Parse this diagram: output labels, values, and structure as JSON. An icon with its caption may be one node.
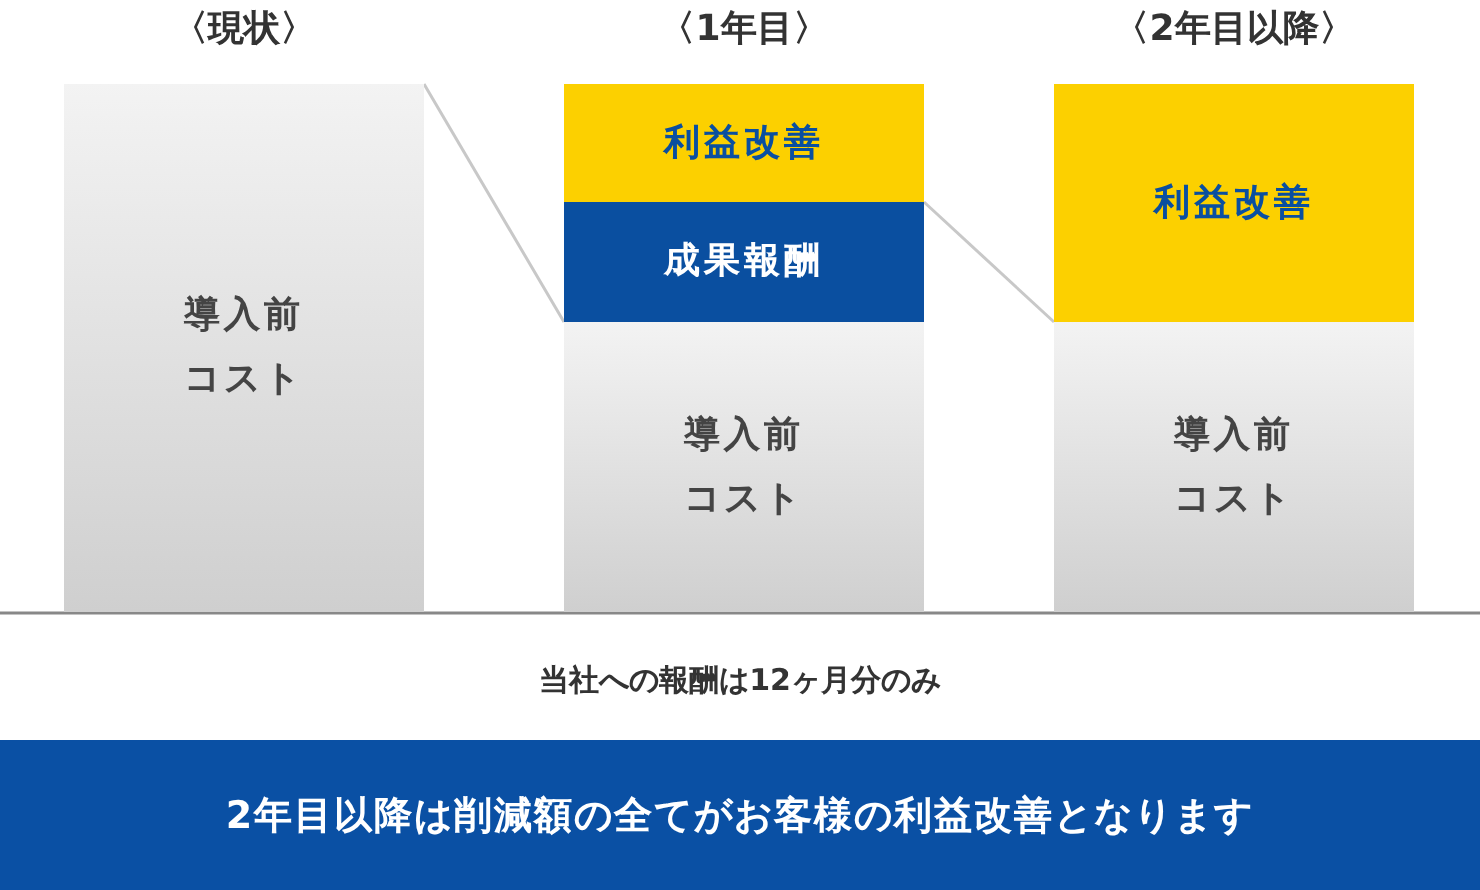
{
  "diagram": {
    "nodes": [
      {
        "text": [
          "導入前コスト"
        ]
      },
      {
        "text": [
          "利益改善"
        ]
      },
      {
        "text": [
          "成果報酬"
        ]
      },
      {
        "text": [
          "導入前コスト"
        ]
      },
      {
        "text": [
          "利益改善"
        ]
      },
      {
        "text": [
          "導入前コスト"
        ]
      },
      {
        "text": [
          "2年目以降は削減額の全てがお客様の利益改善となります"
        ]
      }
    ],
    "edges": [
      {
        "from": 0,
        "to": 3,
        "arrow": "none"
      },
      {
        "from": 2,
        "to": 5,
        "arrow": "none"
      }
    ],
    "labels": [
      "〈現状〉",
      "〈1年目〉",
      "〈2年目以降〉",
      "当社への報酬は12ヶ月分のみ"
    ]
  }
}
